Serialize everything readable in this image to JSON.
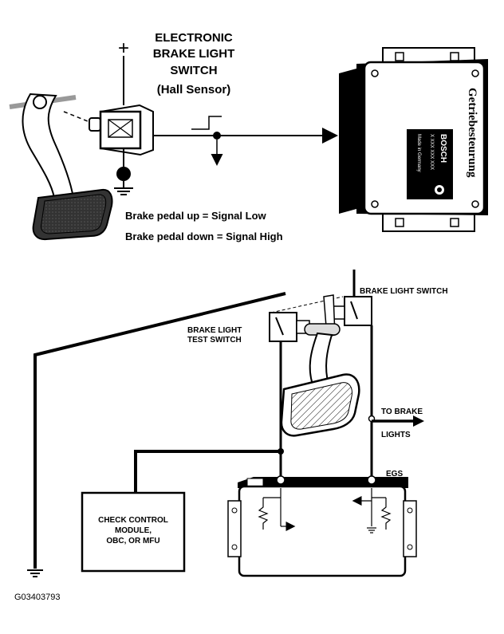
{
  "top_diagram": {
    "title_line1": "ELECTRONIC",
    "title_line2": "BRAKE LIGHT",
    "title_line3": "SWITCH",
    "title_line4": "(Hall Sensor)",
    "plus_sign": "+",
    "caption_line1": "Brake pedal up = Signal Low",
    "caption_line2": "Brake pedal down = Signal High",
    "module_label": "Getriebesteurung",
    "module_brand": "BOSCH",
    "module_part": "X XXX XXX XXX",
    "module_origin": "Made in Germany"
  },
  "bottom_diagram": {
    "brake_light_switch": "BRAKE LIGHT SWITCH",
    "test_switch_line1": "BRAKE LIGHT",
    "test_switch_line2": "TEST SWITCH",
    "to_brake_line1": "TO BRAKE",
    "to_brake_line2": "LIGHTS",
    "egs_label": "EGS",
    "check_control_line1": "CHECK CONTROL",
    "check_control_line2": "MODULE,",
    "check_control_line3": "OBC, OR MFU"
  },
  "figure_id": "G03403793",
  "colors": {
    "ink": "#000000",
    "paper": "#ffffff",
    "light_gray": "#e6e6e6",
    "mid_gray": "#9a9a9a"
  }
}
